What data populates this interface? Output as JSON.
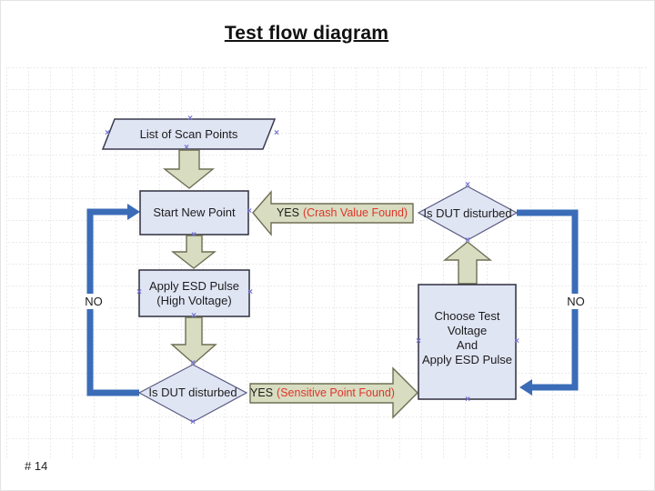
{
  "slide": {
    "title": "Test flow diagram",
    "page_number": "# 14"
  },
  "diagram": {
    "nodes": {
      "scan_points": {
        "label": "List of Scan Points"
      },
      "start_new_point": {
        "label": "Start New Point"
      },
      "apply_esd": {
        "line1": "Apply ESD Pulse",
        "line2": "(High Voltage)"
      },
      "dut_disturbed_top": {
        "label": "Is DUT disturbed"
      },
      "dut_disturbed_bottom": {
        "label": "Is DUT disturbed"
      },
      "choose_test": {
        "line1": "Choose Test",
        "line2": "Voltage",
        "line3": "And",
        "line4": "Apply ESD Pulse"
      }
    },
    "edges": {
      "yes_crash": {
        "yes": "YES",
        "note": "(Crash Value Found)"
      },
      "yes_sensitive": {
        "yes": "YES",
        "note": "(Sensitive Point Found)"
      },
      "no_left": "NO",
      "no_right": "NO"
    },
    "colors": {
      "node_fill": "#e0e5f4",
      "node_border": "#2f2f3f",
      "arrow_fill": "#d8dcc0",
      "arrow_border": "#6e6e54",
      "connector_blue": "#3a6cb7",
      "note_red": "#e0352b",
      "grid_line": "#d7d7d7",
      "handle": "#7474d4"
    }
  }
}
